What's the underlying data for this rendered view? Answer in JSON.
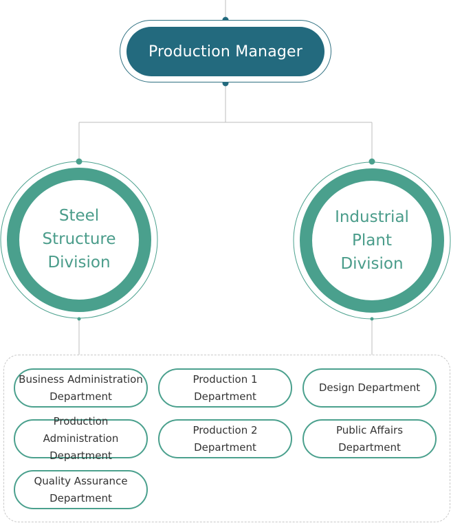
{
  "top": {
    "title": "Production Manager"
  },
  "divisions": [
    {
      "label": "Steel\nStructure\nDivision"
    },
    {
      "label": "Industrial\nPlant\nDivision"
    }
  ],
  "departments": [
    {
      "label": "Business Administration\nDepartment"
    },
    {
      "label": "Production 1\nDepartment"
    },
    {
      "label": "Design Department"
    },
    {
      "label": "Production Administration\nDepartment"
    },
    {
      "label": "Production 2\nDepartment"
    },
    {
      "label": "Public Affairs\nDepartment"
    },
    {
      "label": "Quality Assurance\nDepartment"
    }
  ],
  "colors": {
    "navy": "#236a7e",
    "teal": "#4aa08d",
    "line": "#c8c8c8"
  }
}
